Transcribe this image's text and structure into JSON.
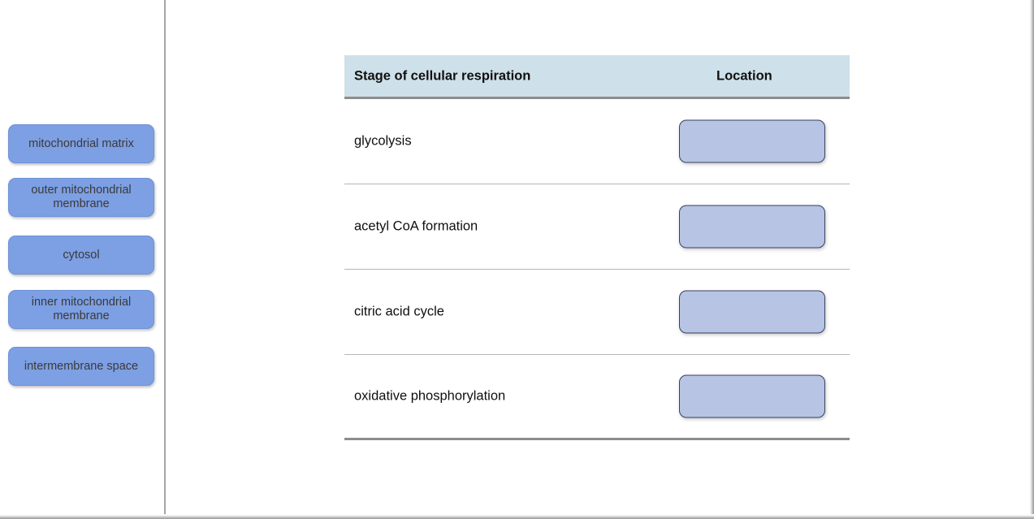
{
  "tile_bank": {
    "items": [
      {
        "label": "mitochondrial matrix"
      },
      {
        "label": "outer mitochondrial membrane"
      },
      {
        "label": "cytosol"
      },
      {
        "label": "inner mitochondrial membrane"
      },
      {
        "label": "intermembrane space"
      }
    ]
  },
  "table": {
    "headers": {
      "stage": "Stage of cellular respiration",
      "location": "Location"
    },
    "rows": [
      {
        "stage": "glycolysis",
        "location_answer": ""
      },
      {
        "stage": "acetyl CoA formation",
        "location_answer": ""
      },
      {
        "stage": "citric acid cycle",
        "location_answer": ""
      },
      {
        "stage": "oxidative phosphorylation",
        "location_answer": ""
      }
    ]
  },
  "colors": {
    "tile_fill": "#7d9fe3",
    "tile_border": "#6f92d6",
    "dropzone_fill": "#b7c4e4",
    "dropzone_border": "#3a4160",
    "header_band": "#cee0e9",
    "rule_strong": "#8d8d8d",
    "rule_light": "#b5b5b5",
    "divider": "#a6a6a6"
  }
}
